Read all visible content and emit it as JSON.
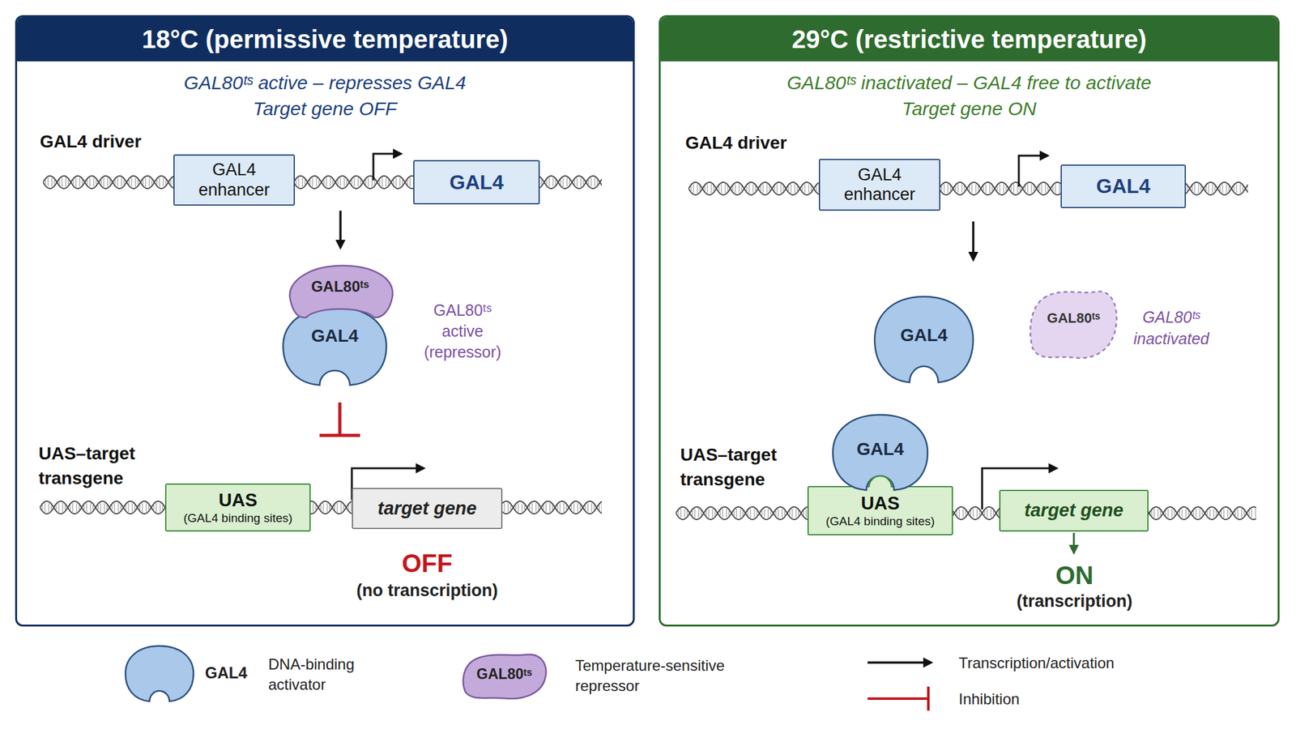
{
  "diagram": {
    "nodes": [
      {
        "text": [
          "18°C (permissive temperature)",
          "GAL80ᵗˢ active – represses GAL4",
          "Target gene OFF"
        ]
      },
      {
        "text": [
          "GAL4 enhancer"
        ],
        "in": 0
      },
      {
        "text": [
          "GAL4"
        ],
        "in": 0
      },
      {
        "text": [
          "GAL80ᵗˢ"
        ],
        "in": 0
      },
      {
        "text": [
          "GAL4"
        ],
        "in": 0
      },
      {
        "text": [
          "UAS",
          "(GAL4 binding sites)"
        ],
        "in": 0
      },
      {
        "text": [
          "target gene"
        ],
        "in": 0
      },
      {
        "text": [
          "29°C (restrictive temperature)",
          "GAL80ᵗˢ inactivated – GAL4 free to activate",
          "Target gene ON"
        ]
      },
      {
        "text": [
          "GAL4 enhancer"
        ],
        "in": 7
      },
      {
        "text": [
          "GAL4"
        ],
        "in": 7
      },
      {
        "text": [
          "GAL4"
        ],
        "in": 7
      },
      {
        "text": [
          "GAL80ᵗˢ"
        ],
        "in": 7
      },
      {
        "text": [
          "GAL4"
        ],
        "in": 7
      },
      {
        "text": [
          "UAS",
          "(GAL4 binding sites)"
        ],
        "in": 7
      },
      {
        "text": [
          "target gene"
        ],
        "in": 7
      }
    ],
    "labels": [
      "GAL4 driver",
      "GAL80ᵗˢ active (repressor)",
      "UAS–target transgene",
      "OFF",
      "(no transcription)",
      "GAL4 driver",
      "GAL80ᵗˢ inactivated",
      "UAS–target transgene",
      "ON",
      "(transcription)",
      "GAL4",
      "GAL80ᵗˢ"
    ],
    "legend": [
      {
        "text": "DNA-binding activator",
        "color": "#a9c8ea"
      },
      {
        "text": "Temperature-sensitive repressor",
        "color": "#c4aadb"
      },
      {
        "text": "Transcription/activation"
      },
      {
        "text": "Inhibition"
      }
    ]
  }
}
